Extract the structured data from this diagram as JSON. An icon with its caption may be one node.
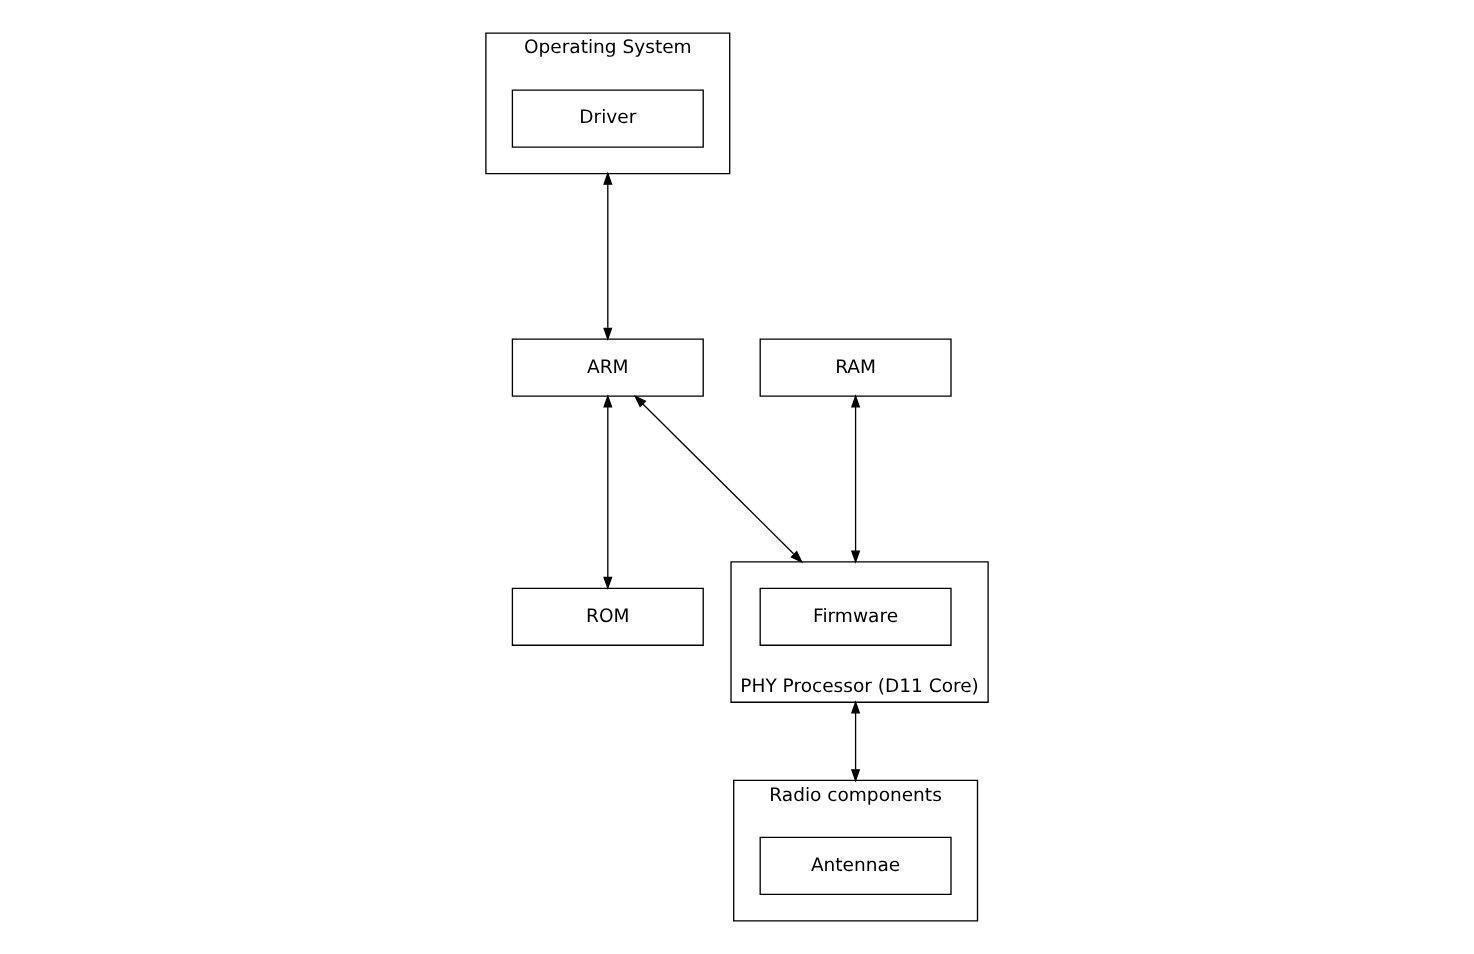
{
  "diagram": {
    "nodes": [
      {
        "text": [
          "Operating System"
        ]
      },
      {
        "text": [
          "Driver"
        ],
        "in": 0
      },
      {
        "text": [
          "ARM"
        ]
      },
      {
        "text": [
          "ROM"
        ]
      },
      {
        "text": [
          "RAM"
        ]
      },
      {
        "text": [
          "PHY Processor (D11 Core)"
        ]
      },
      {
        "text": [
          "Firmware"
        ],
        "in": 5
      },
      {
        "text": [
          "Radio components"
        ]
      },
      {
        "text": [
          "Antennae"
        ],
        "in": 7
      }
    ],
    "edges": [
      {
        "from": 0,
        "to": 2,
        "arrow": "both"
      },
      {
        "from": 2,
        "to": 3,
        "arrow": "both"
      },
      {
        "from": 2,
        "to": 5,
        "arrow": "both"
      },
      {
        "from": 4,
        "to": 5,
        "arrow": "both"
      },
      {
        "from": 5,
        "to": 7,
        "arrow": "both"
      }
    ]
  }
}
